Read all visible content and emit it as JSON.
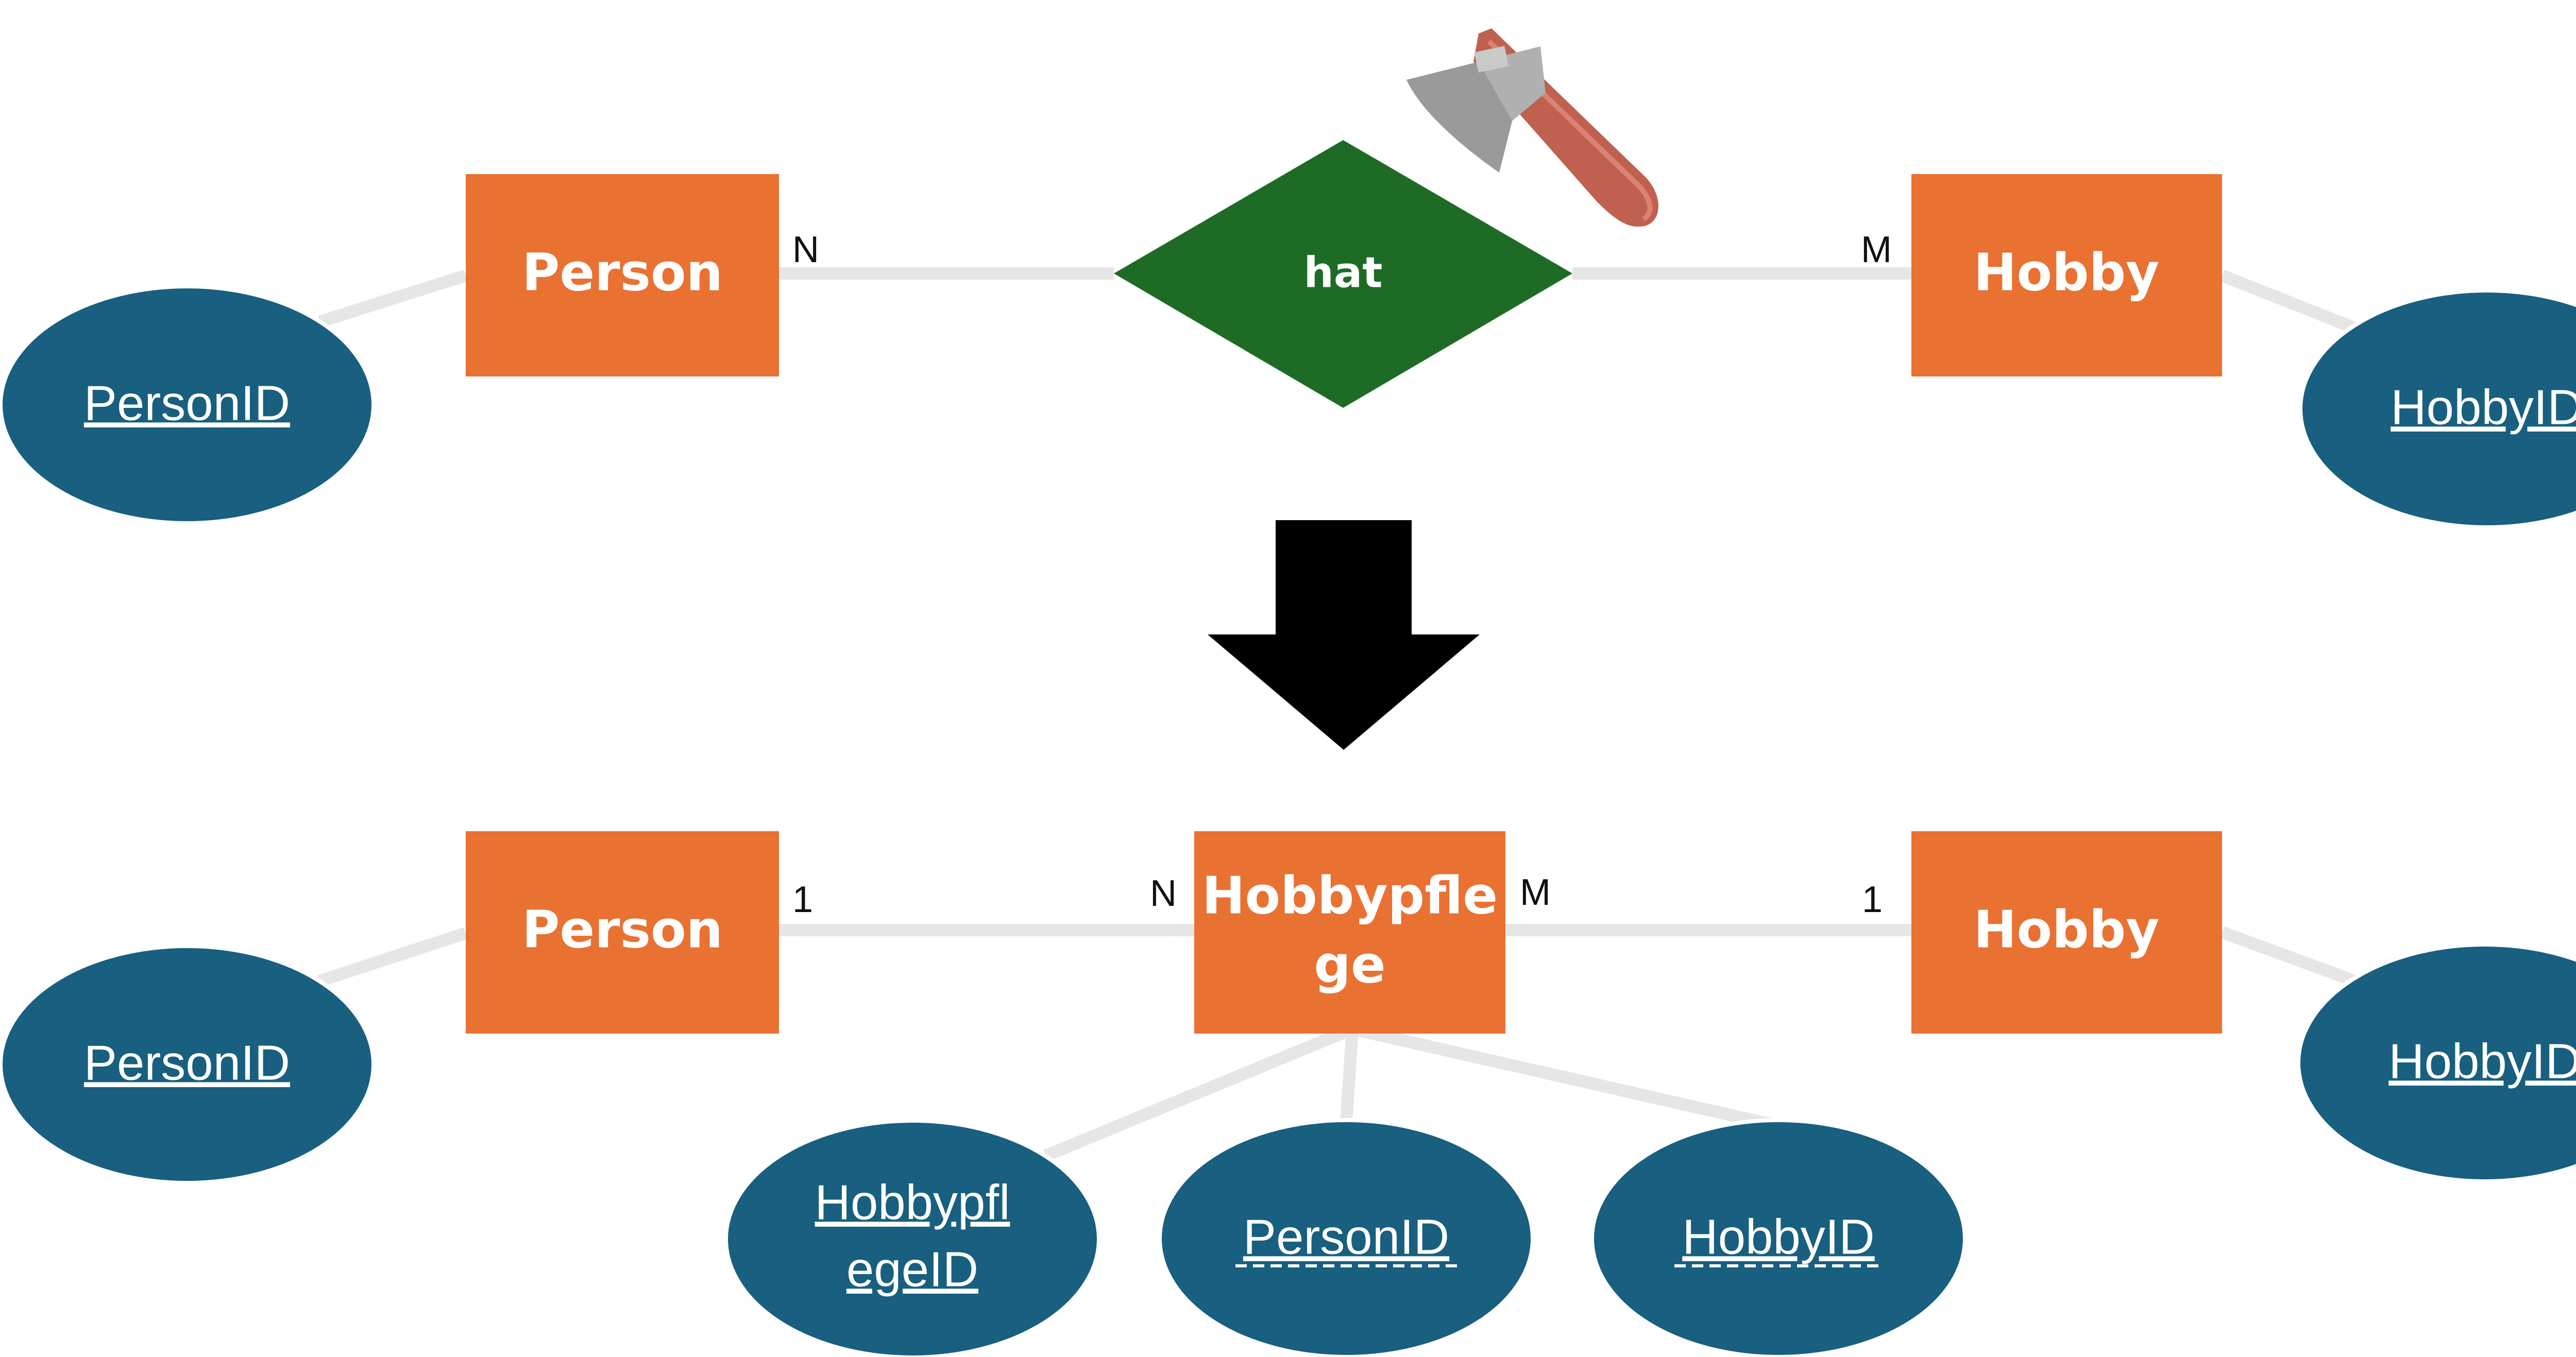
{
  "colors": {
    "entity": "#e97132",
    "relationship": "#1e6b25",
    "attribute": "#185f80",
    "connector": "#e6e6e6",
    "arrow": "#000000",
    "axe_blade": "#b0b0b0",
    "axe_handle": "#c0604e"
  },
  "icons": {
    "axe": "axe-icon",
    "arrow": "arrow-down-icon"
  },
  "top": {
    "entity_left": "Person",
    "entity_right": "Hobby",
    "relationship": "hat",
    "attr_left": "PersonID",
    "attr_right": "HobbyID",
    "card_left": "N",
    "card_right": "M"
  },
  "bottom": {
    "entity_left": "Person",
    "entity_middle_line1": "Hobbypfle",
    "entity_middle_line2": "ge",
    "entity_right": "Hobby",
    "attr_left": "PersonID",
    "attr_right": "HobbyID",
    "attr_mid1_line1": "Hobbypfl",
    "attr_mid1_line2": "egeID",
    "attr_mid2": "PersonID",
    "attr_mid3": "HobbyID",
    "card_person_side": "1",
    "card_middle_left": "N",
    "card_middle_right": "M",
    "card_hobby_side": "1"
  }
}
